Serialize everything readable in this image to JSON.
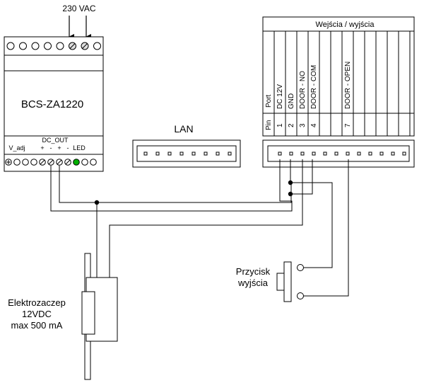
{
  "power": {
    "label": "230 VAC"
  },
  "psu": {
    "title": "BCS-ZA1220",
    "dc_out_label": "DC_OUT",
    "v_adj_label": "V_adj",
    "polarity_labels": [
      "+",
      "-",
      "+",
      "-"
    ],
    "led_label": "LED",
    "led_color": "#00b000"
  },
  "lan": {
    "title": "LAN"
  },
  "io": {
    "title": "Wejścia / wyjścia",
    "port_header": "Port",
    "pin_header": "Pin",
    "ports": [
      {
        "name": "DC 12V",
        "pin": "1"
      },
      {
        "name": "GND",
        "pin": "2"
      },
      {
        "name": "DOOR - NO",
        "pin": "3"
      },
      {
        "name": "DOOR - COM",
        "pin": "4"
      },
      {
        "name": "",
        "pin": ""
      },
      {
        "name": "",
        "pin": ""
      },
      {
        "name": "DOOR - OPEN",
        "pin": "7"
      },
      {
        "name": "",
        "pin": ""
      },
      {
        "name": "",
        "pin": ""
      },
      {
        "name": "",
        "pin": ""
      },
      {
        "name": "",
        "pin": ""
      },
      {
        "name": "",
        "pin": ""
      }
    ]
  },
  "button": {
    "line1": "Przycisk",
    "line2": "wyjścia"
  },
  "strike": {
    "line1": "Elektrozaczep",
    "line2": "12VDC",
    "line3": "max 500 mA"
  }
}
